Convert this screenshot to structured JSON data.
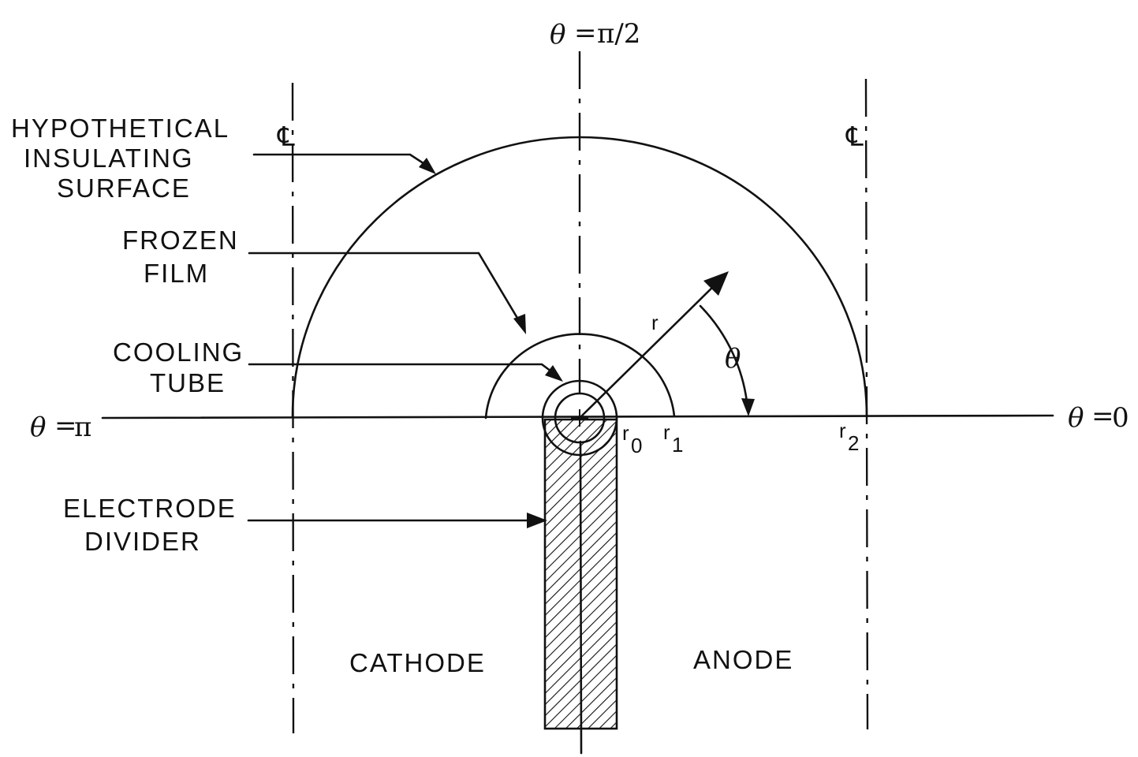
{
  "labels": {
    "hypothetical_insulating_surface": [
      "HYPOTHETICAL",
      "INSULATING",
      "SURFACE"
    ],
    "frozen_film": [
      "FROZEN",
      "FILM"
    ],
    "cooling_tube": [
      "COOLING",
      "TUBE"
    ],
    "electrode_divider": [
      "ELECTRODE",
      "DIVIDER"
    ],
    "cathode": "CATHODE",
    "anode": "ANODE"
  },
  "angles": {
    "theta_half_pi": {
      "symbol": "θ",
      "eq": "=",
      "value": "π/2"
    },
    "theta_pi": {
      "symbol": "θ",
      "eq": "=",
      "value": "π"
    },
    "theta_zero": {
      "symbol": "θ",
      "eq": "=",
      "value": "0"
    },
    "theta": "θ"
  },
  "radii": {
    "r": "r",
    "r0": {
      "base": "r",
      "sub": "0"
    },
    "r1": {
      "base": "r",
      "sub": "1"
    },
    "r2": {
      "base": "r",
      "sub": "2"
    }
  },
  "centerline": {
    "symbol": "℄"
  }
}
